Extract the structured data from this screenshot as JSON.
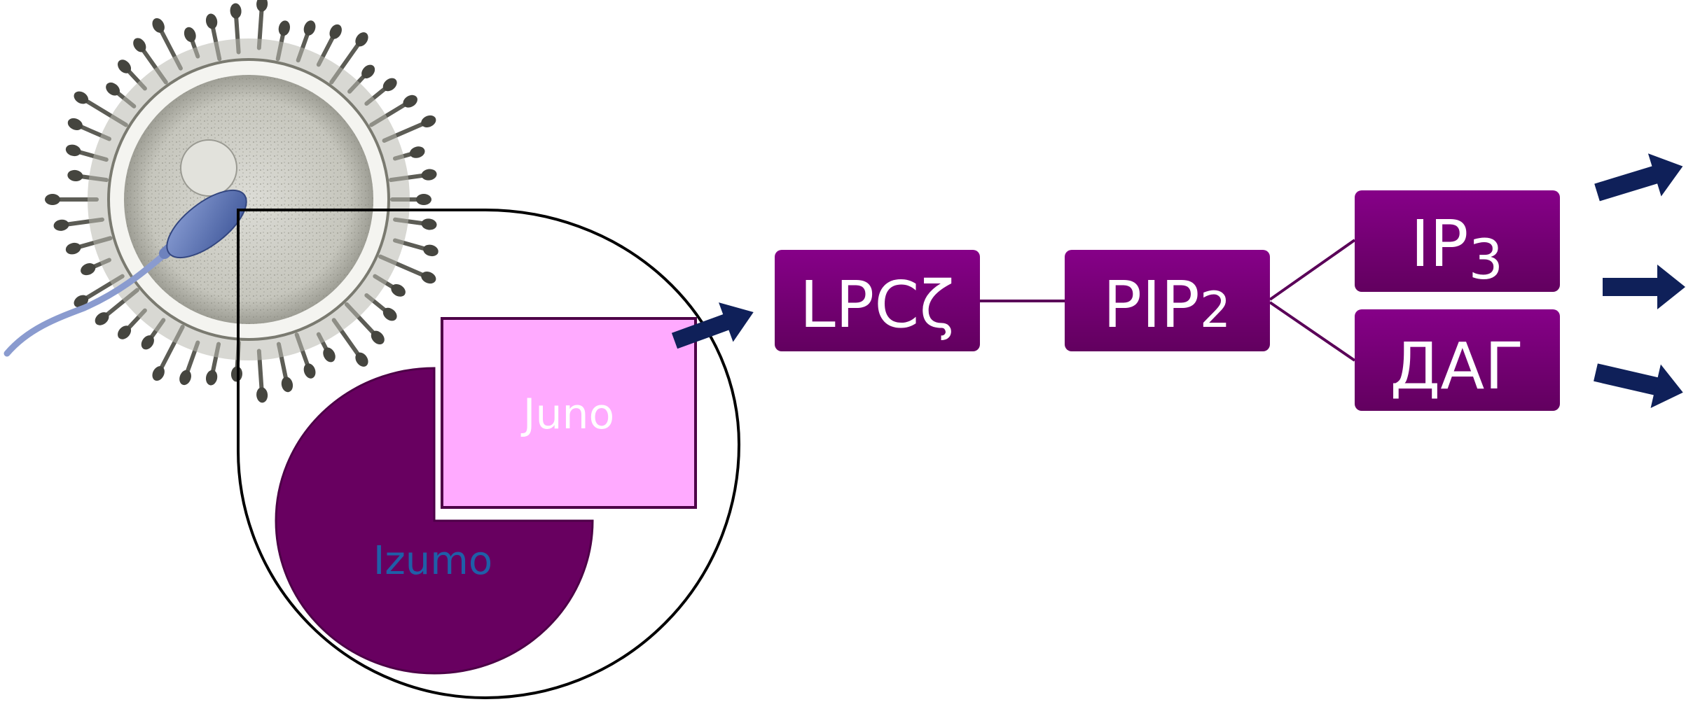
{
  "labels": {
    "juno": "Juno",
    "izumo": "Izumo"
  },
  "nodes": {
    "lpc": "LPCζ",
    "pip2_base": "PIP",
    "pip2_sub": "2",
    "ip3_base": "IP",
    "ip3_sub": "3",
    "dag": "ДАГ"
  },
  "illustration": {
    "egg": "egg-cell-with-corona-radiata",
    "sperm": "sperm-cell"
  },
  "colors": {
    "node_fill": "#6e0070",
    "node_fill_light": "#850088",
    "izumo_fill": "#680060",
    "juno_fill": "#ffaaff",
    "izumo_text": "#1f5fa8",
    "arrow": "#0f2059",
    "line": "#5a0058",
    "outline": "#000000"
  }
}
